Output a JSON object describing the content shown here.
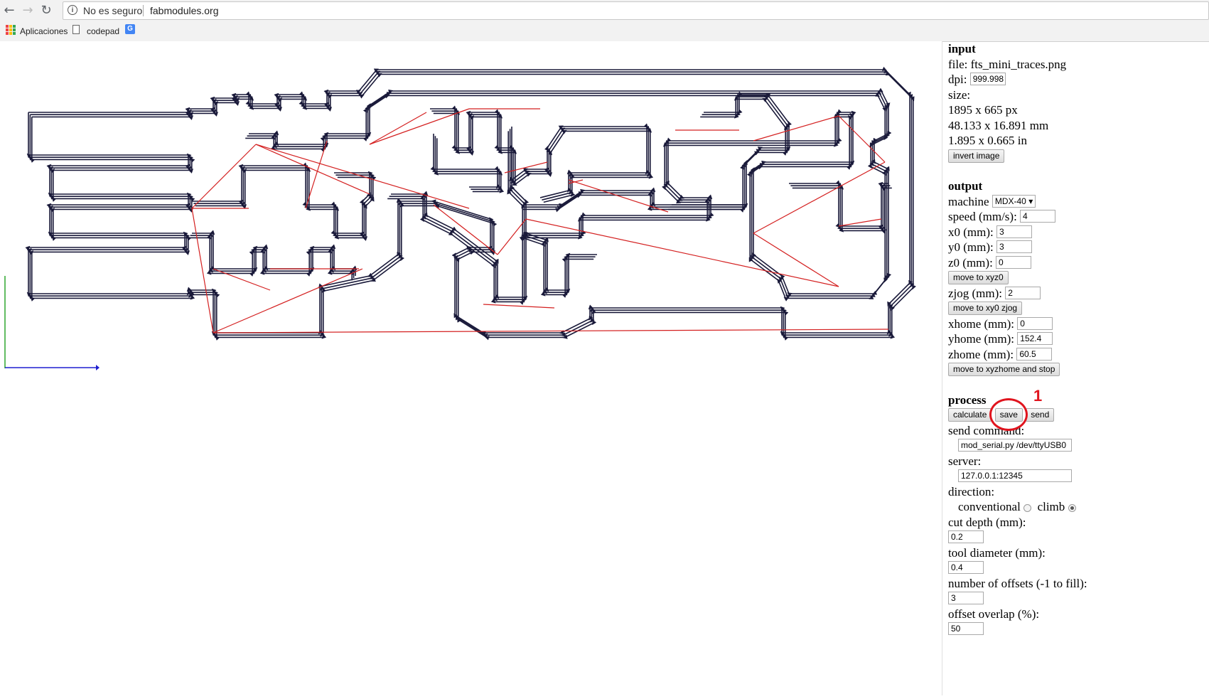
{
  "browser": {
    "back_icon": "back-arrow-icon",
    "forward_icon": "forward-arrow-icon",
    "reload_icon": "reload-icon",
    "security": "No es seguro",
    "url": "fabmodules.org",
    "bookmarks": [
      {
        "label": "Aplicaciones",
        "icon": "apps-grid-icon"
      },
      {
        "label": "codepad",
        "icon": "page-icon"
      },
      {
        "label": "",
        "icon": "google-translate-icon"
      }
    ]
  },
  "input": {
    "heading": "input",
    "file_label": "file: fts_mini_traces.png",
    "dpi_label": "dpi:",
    "dpi_value": "999.998",
    "size_label": "size:",
    "size_px": "1895 x 665 px",
    "size_mm": "48.133 x 16.891 mm",
    "size_in": "1.895 x 0.665 in",
    "invert_button": "invert image"
  },
  "output": {
    "heading": "output",
    "machine_label": "machine",
    "machine_value": "MDX-40",
    "speed_label": "speed (mm/s):",
    "speed_value": "4",
    "x0_label": "x0 (mm):",
    "x0_value": "3",
    "y0_label": "y0 (mm):",
    "y0_value": "3",
    "z0_label": "z0 (mm):",
    "z0_value": "0",
    "move_xyz0_button": "move to xyz0",
    "zjog_label": "zjog (mm):",
    "zjog_value": "2",
    "move_xy0_zjog_button": "move to xy0 zjog",
    "xhome_label": "xhome (mm):",
    "xhome_value": "0",
    "yhome_label": "yhome (mm):",
    "yhome_value": "152.4",
    "zhome_label": "zhome (mm):",
    "zhome_value": "60.5",
    "move_home_button": "move to xyzhome and stop"
  },
  "process": {
    "heading": "process",
    "calculate_button": "calculate",
    "save_button": "save",
    "send_button": "send",
    "send_command_label": "send command:",
    "send_command_value": "mod_serial.py /dev/ttyUSB0",
    "server_label": "server:",
    "server_value": "127.0.0.1:12345",
    "direction_label": "direction:",
    "conventional_label": "conventional",
    "climb_label": "climb",
    "direction_selected": "climb",
    "cut_depth_label": "cut depth (mm):",
    "cut_depth_value": "0.2",
    "tool_diameter_label": "tool diameter (mm):",
    "tool_diameter_value": "0.4",
    "offsets_label": "number of offsets (-1 to fill):",
    "offsets_value": "3",
    "overlap_label": "offset overlap (%):",
    "overlap_value": "50"
  },
  "annotation": {
    "number": "1",
    "color": "#e0141e"
  },
  "toolpath": {
    "trace_color": "#1a1a3a",
    "move_color": "#d42020",
    "axis_x_color": "#1f1fd0",
    "axis_y_color": "#1fa01f"
  }
}
